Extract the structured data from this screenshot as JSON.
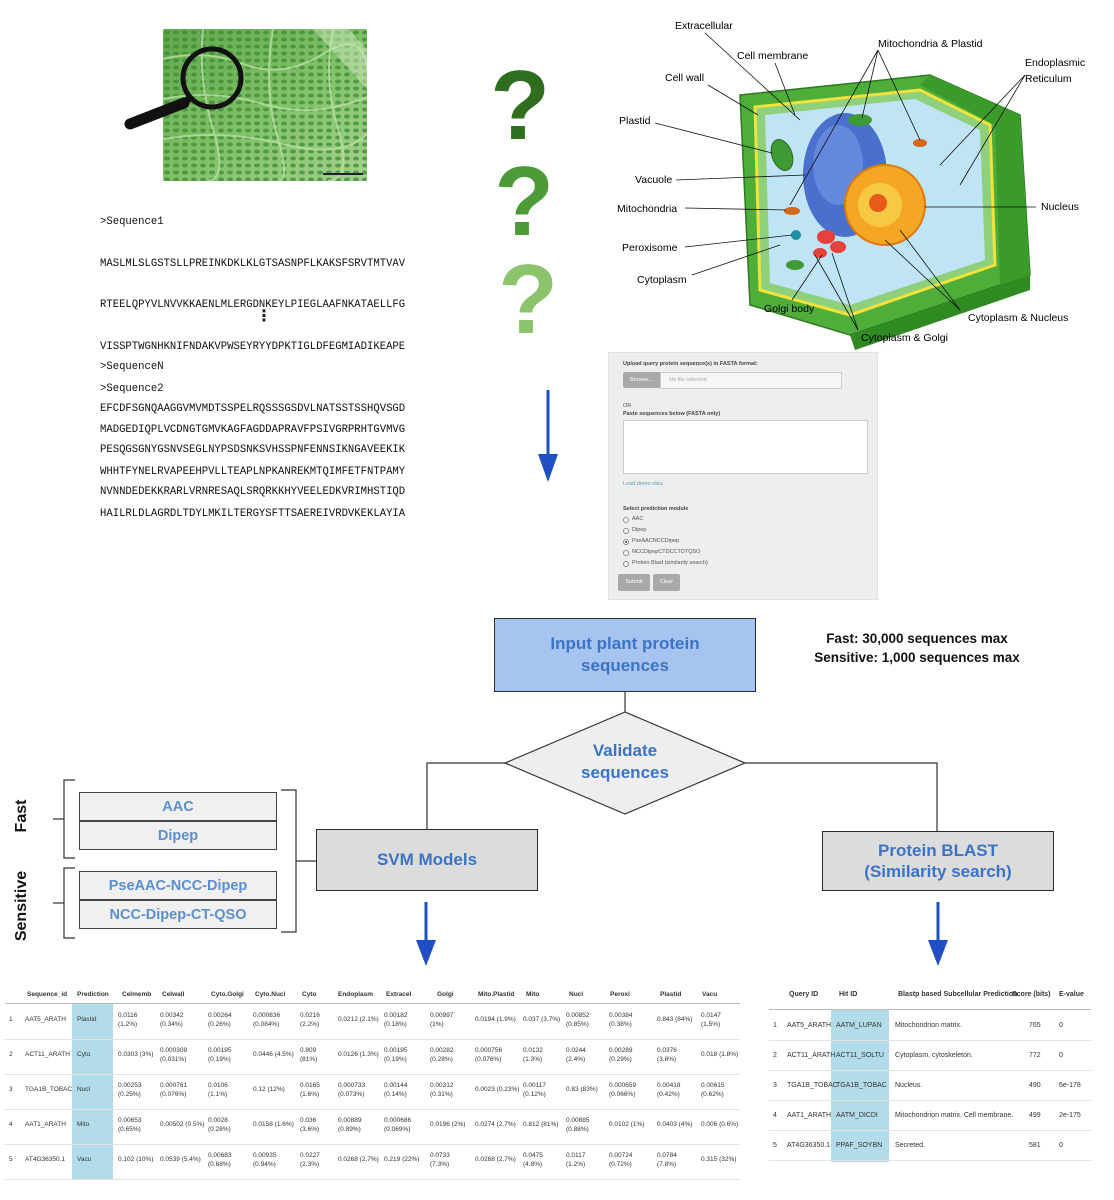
{
  "fasta": {
    "lines": [
      ">Sequence1",
      "MASLMLSLGSTSLLPREINKDKLKLGTSASNPFLKAKSFSRVTMTVAV",
      "RTEELQPYVLNVVKKAENLMLERGDNKEYLPIEGLAAFNKATAELLFG",
      "VISSPTWGNHKNIFNDAKVPWSEYRYYDPKTIGLDFEGMIADIKEAPE",
      ">Sequence2",
      "MADGEDIQPLVCDNGTGMVKAGFAGDDAPRAVFPSIVGRPRHTGVMVG",
      "WHHTFYNELRVAPEEHPVLLTEAPLNPKANREKMTQIMFETFNTPAMY",
      "HAILRLDLAGRDLTDYLMKILTERGYSFTTSAEREIVRDVKEKLAYIA"
    ],
    "dots": "⋮",
    "lines_n": [
      ">SequenceN",
      "EFCDFSGNQAAGGVMVMDTSSPELRQSSSGSDVLNATSSTSSHQVSGD",
      "PESQGSGNYGSNVSEGLNYPSDSNKSVHSSPNFENNSIKNGAVEEKIK",
      "NVNNDEDEKKRARLVRNRESAQLSRQRKKHYVEELEDKVRIMHSTIQD"
    ]
  },
  "question_marks": [
    "?",
    "?",
    "?"
  ],
  "cell_labels": {
    "extracellular": "Extracellular",
    "cell_membrane": "Cell membrane",
    "mito_plastid": "Mitochondria & Plastid",
    "endoplasmic": "Endoplasmic",
    "reticulum": "Reticulum",
    "cell_wall": "Cell wall",
    "plastid": "Plastid",
    "vacuole": "Vacuole",
    "mitochondria": "Mitochondria",
    "nucleus": "Nucleus",
    "peroxisome": "Peroxisome",
    "cytoplasm": "Cytoplasm",
    "golgi_body": "Golgi body",
    "cyto_nucleus": "Cytoplasm & Nucleus",
    "cyto_golgi": "Cytoplasm & Golgi"
  },
  "form": {
    "upload_label": "Upload query protein sequence(s) in FASTA format:",
    "browse": "Browse...",
    "no_file": "No file selected.",
    "or": "OR",
    "paste_label": "Paste sequences below (FASTA only)",
    "load_demo": "Load demo data",
    "module_label": "Select prediction module",
    "modules": [
      "AAC",
      "Dipep",
      "PseAACNCCDipep",
      "NCCDipepCTDCCTDTQSO",
      "Protein Blast (similarity search)"
    ],
    "selected_module": 2,
    "submit": "Submit",
    "clear": "Clear"
  },
  "flow": {
    "input": [
      "Input plant protein",
      "sequences"
    ],
    "limits": [
      "Fast: 30,000 sequences max",
      "Sensitive: 1,000 sequences max"
    ],
    "validate": [
      "Validate",
      "sequences"
    ],
    "svm": "SVM Models",
    "blast": [
      "Protein BLAST",
      "(Similarity search)"
    ],
    "fast": "Fast",
    "sensitive": "Sensitive",
    "models": [
      "AAC",
      "Dipep",
      "PseAAC-NCC-Dipep",
      "NCC-Dipep-CT-QSO"
    ]
  },
  "colors": {
    "qmark1": "#2e6e1e",
    "qmark2": "#4f9a38",
    "qmark3": "#8cc46e",
    "arrow": "#1f4fc4",
    "input_box": "#a7c4f0",
    "box_text": "#3b73c6",
    "prediction_bg": "#b3dcea"
  },
  "svm_table": {
    "headers": [
      "Sequence_id",
      "Prediction",
      "Celmemb",
      "Celwall",
      "Cyto.Golgi",
      "Cyto.Nucl",
      "Cyto",
      "Endoplasm",
      "Extracel",
      "Golgi",
      "Mito.Plastid",
      "Mito",
      "Nucl",
      "Peroxi",
      "Plastid",
      "Vacu"
    ],
    "rows": [
      [
        "1",
        "AAT5_ARATH",
        "Plastid",
        "0.0116|(1.2%)",
        "0.00342|(0.34%)",
        "0.00264|(0.26%)",
        "0.000836|(0.084%)",
        "0.0216|(2.2%)",
        "0.0212 (2.1%)",
        "0.00182|(0.18%)",
        "0.00997|(1%)",
        "0.0194 (1.9%)",
        "0.037 (3.7%)",
        "0.00852|(0.85%)",
        "0.00384|(0.38%)",
        "0.843 (84%)",
        "0.0147|(1.5%)"
      ],
      [
        "2",
        "ACT11_ARATH",
        "Cyto",
        "0.0303 (3%)",
        "0.000309|(0.031%)",
        "0.00195|(0.19%)",
        "0.0446 (4.5%)",
        "0.809|(81%)",
        "0.0126 (1.3%)",
        "0.00195|(0.19%)",
        "0.00282|(0.28%)",
        "0.000756|(0.076%)",
        "0.0132|(1.3%)",
        "0.0244|(2.4%)",
        "0.00289|(0.29%)",
        "0.0376|(3.8%)",
        "0.018 (1.8%)"
      ],
      [
        "3",
        "TGA1B_TOBAC",
        "Nucl",
        "0.00253|(0.25%)",
        "0.000761|(0.076%)",
        "0.0106|(1.1%)",
        "0.12 (12%)",
        "0.0165|(1.6%)",
        "0.000733|(0.073%)",
        "0.00144|(0.14%)",
        "0.00312|(0.31%)",
        "0.0023 (0.23%)",
        "0.00117|(0.12%)",
        "0.83 (83%)",
        "0.000659|(0.066%)",
        "0.00418|(0.42%)",
        "0.00615|(0.62%)"
      ],
      [
        "4",
        "AAT1_ARATH",
        "Mito",
        "0.00653|(0.65%)",
        "0.00502 (0.5%)",
        "0.0028|(0.28%)",
        "0.0158 (1.6%)",
        "0.036|(3.6%)",
        "0.00889|(0.89%)",
        "0.000686|(0.069%)",
        "0.0196 (2%)",
        "0.0274 (2.7%)",
        "0.812 (81%)",
        "0.00885|(0.88%)",
        "0.0102 (1%)",
        "0.0403 (4%)",
        "0.006 (0.6%)"
      ],
      [
        "5",
        "AT4G36350.1",
        "Vacu",
        "0.102 (10%)",
        "0.0539 (5.4%)",
        "0.00683|(0.68%)",
        "0.00935|(0.94%)",
        "0.0227|(2.3%)",
        "0.0268 (2.7%)",
        "0.219 (22%)",
        "0.0733|(7.3%)",
        "0.0268 (2.7%)",
        "0.0475|(4.8%)",
        "0.0117|(1.2%)",
        "0.00724|(0.72%)",
        "0.0784|(7.8%)",
        "0.315 (32%)"
      ]
    ]
  },
  "blast_table": {
    "headers": [
      "Query ID",
      "Hit ID",
      "Blastp based Subcellular Prediction",
      "Score (bits)",
      "E-value"
    ],
    "rows": [
      [
        "1",
        "AAT5_ARATH",
        "AATM_LUPAN",
        "Mitochondrion matrix.",
        "765",
        "0"
      ],
      [
        "2",
        "ACT11_ARATH",
        "ACT11_SOLTU",
        "Cytoplasm, cytoskeleton.",
        "772",
        "0"
      ],
      [
        "3",
        "TGA1B_TOBAC",
        "TGA1B_TOBAC",
        "Nucleus.",
        "490",
        "6e-178"
      ],
      [
        "4",
        "AAT1_ARATH",
        "AATM_DICDI",
        "Mitochondrion matrix. Cell membrane.",
        "499",
        "2e-175"
      ],
      [
        "5",
        "AT4G36350.1",
        "PPAF_SOYBN",
        "Secreted.",
        "581",
        "0"
      ]
    ]
  }
}
